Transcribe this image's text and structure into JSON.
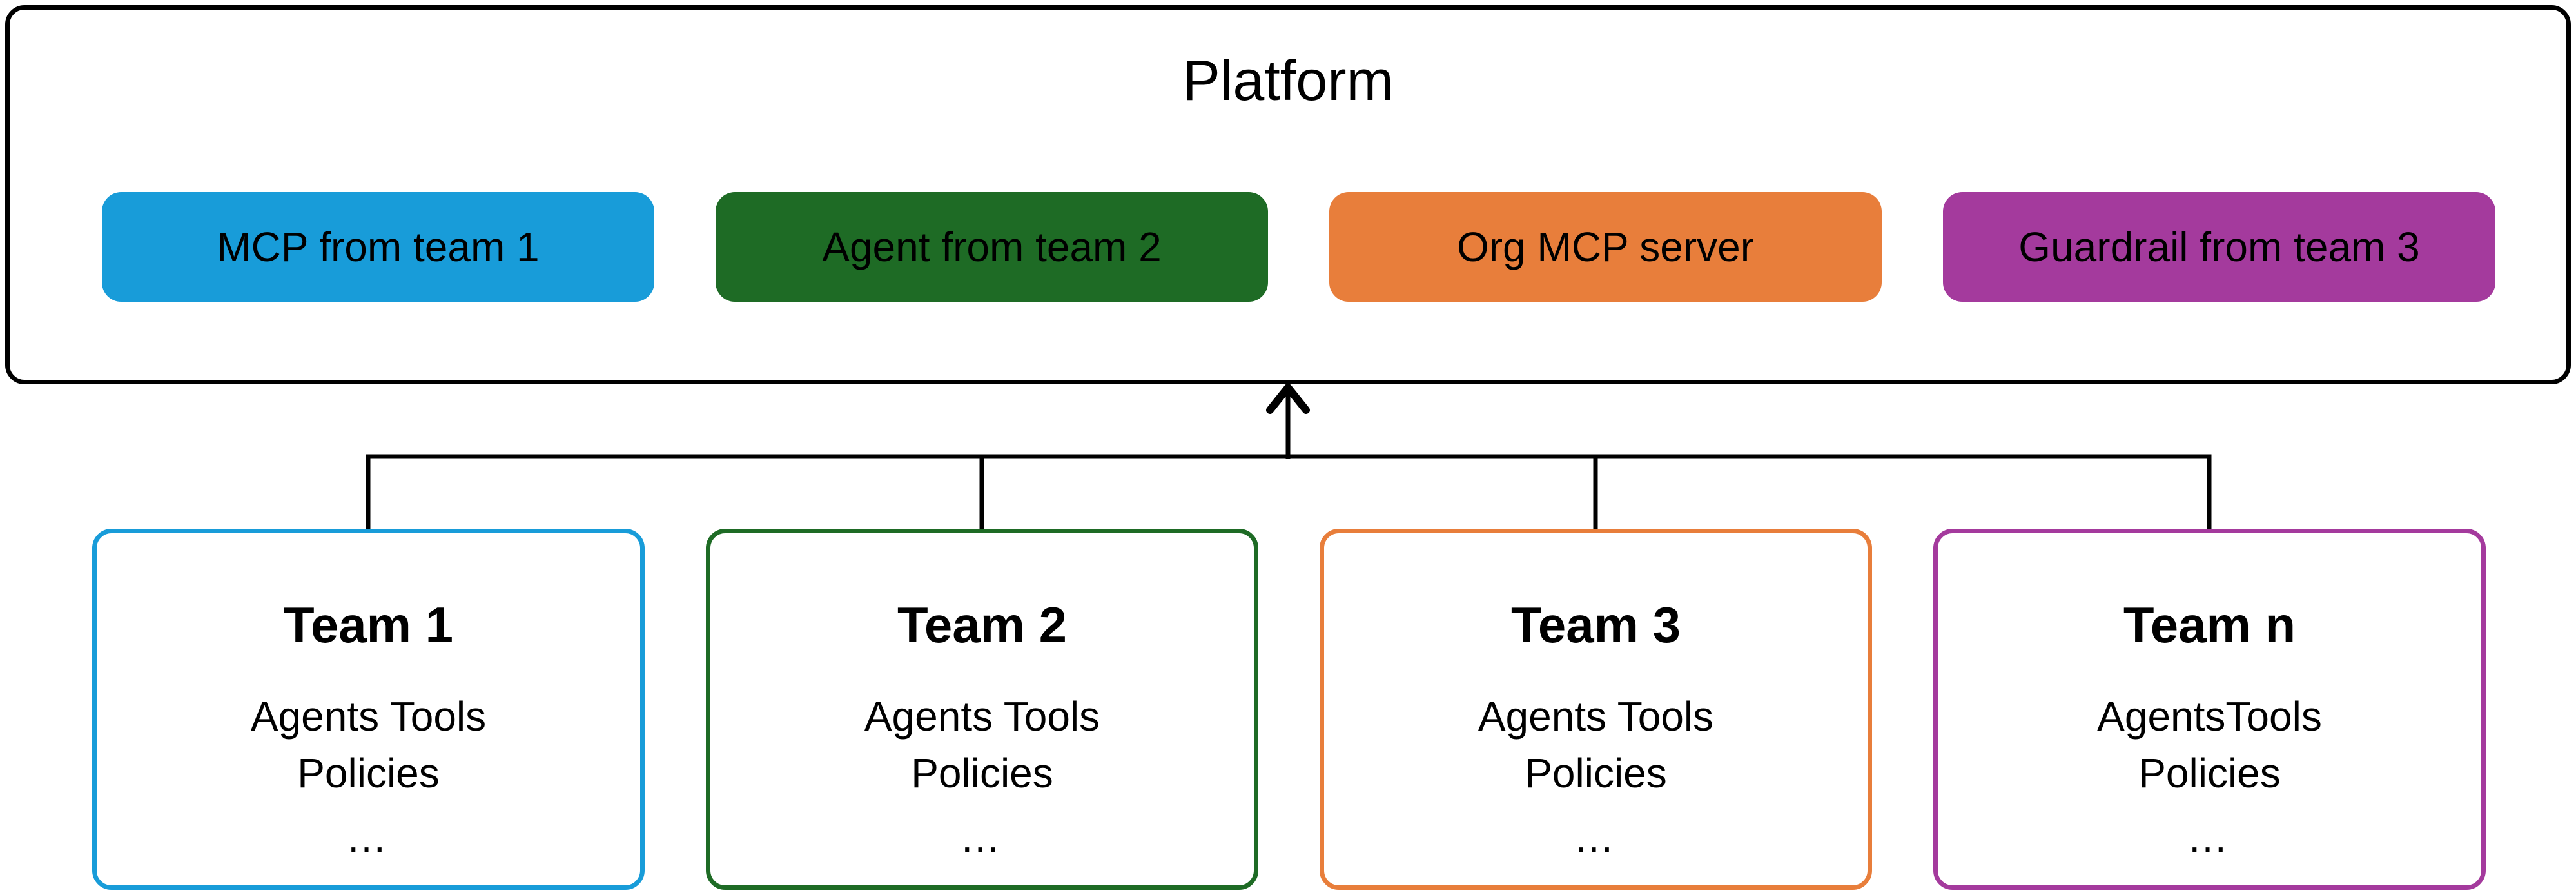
{
  "platform": {
    "title": "Platform",
    "services": [
      {
        "label": "MCP from team 1",
        "color": "#189cd9"
      },
      {
        "label": "Agent from team 2",
        "color": "#1e6b25"
      },
      {
        "label": "Org MCP server",
        "color": "#e87e3b"
      },
      {
        "label": "Guardrail from team 3",
        "color": "#a43a9d"
      }
    ]
  },
  "teams": [
    {
      "title": "Team 1",
      "line1": "Agents Tools",
      "line2": "Policies",
      "ellipsis": "…",
      "color": "#189cd9"
    },
    {
      "title": "Team 2",
      "line1": "Agents Tools",
      "line2": "Policies",
      "ellipsis": "…",
      "color": "#1e6b25"
    },
    {
      "title": "Team 3",
      "line1": "Agents Tools",
      "line2": "Policies",
      "ellipsis": "…",
      "color": "#e87e3b"
    },
    {
      "title": "Team n",
      "line1": "AgentsTools",
      "line2": "Policies",
      "ellipsis": "…",
      "color": "#a43a9d"
    }
  ],
  "connector": {
    "color": "#000000"
  }
}
